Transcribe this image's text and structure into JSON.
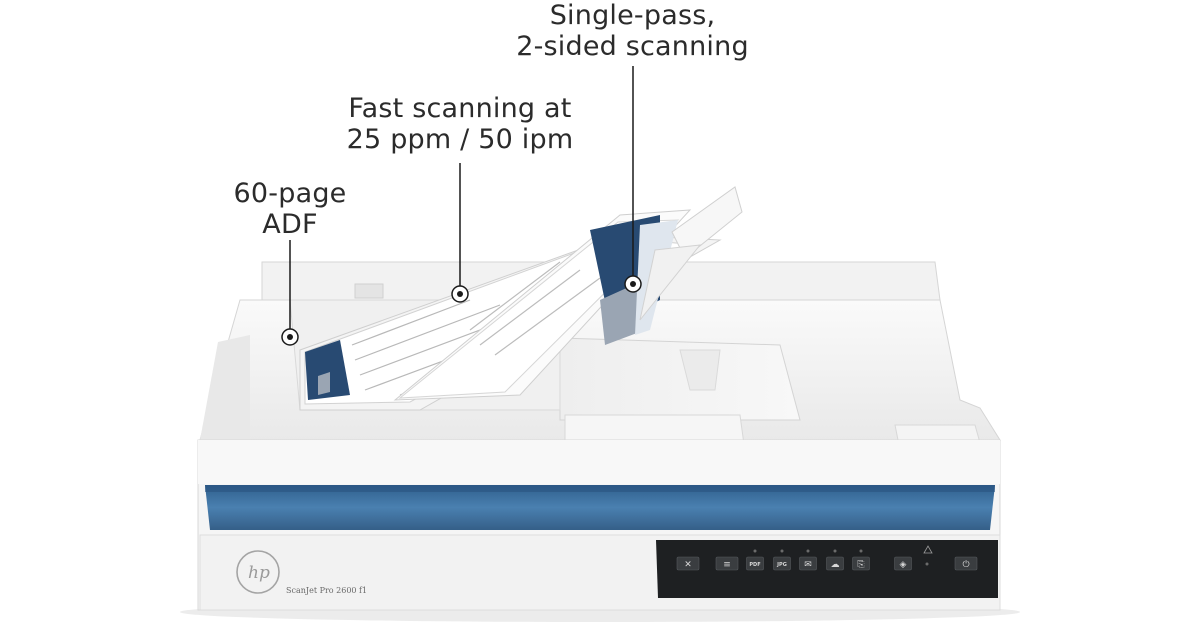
{
  "callouts": {
    "adf": {
      "line1": "60-page",
      "line2": "ADF"
    },
    "speed": {
      "line1": "Fast scanning at",
      "line2": "25 ppm / 50 ipm"
    },
    "duplex": {
      "line1": "Single-pass,",
      "line2": "2-sided scanning"
    }
  },
  "product": {
    "brand": "hp",
    "model": "ScanJet Pro 2600 f1"
  },
  "control_panel": {
    "keys": [
      {
        "name": "cancel-icon",
        "label": "✕"
      },
      {
        "name": "menu-icon",
        "label": "≡"
      },
      {
        "name": "pdf-icon",
        "label": "PDF"
      },
      {
        "name": "jpg-icon",
        "label": "JPG"
      },
      {
        "name": "email-icon",
        "label": "✉"
      },
      {
        "name": "cloud-icon",
        "label": "☁"
      },
      {
        "name": "copy-icon",
        "label": "⎘"
      },
      {
        "name": "scan-icon",
        "label": "◈"
      },
      {
        "name": "power-icon",
        "label": "⏻"
      }
    ]
  },
  "colors": {
    "body": "#f4f4f4",
    "accent_blue": "#3f76a6",
    "panel": "#1e2022",
    "text": "#2b2b2b"
  }
}
